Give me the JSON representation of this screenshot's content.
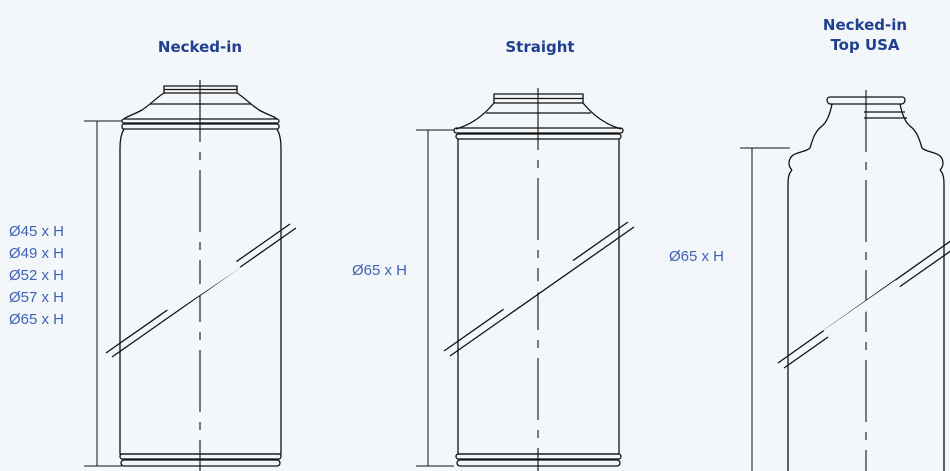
{
  "cans": [
    {
      "title_lines": [
        "Necked-in"
      ],
      "dimensions": [
        "Ø45 x H",
        "Ø49 x H",
        "Ø52 x H",
        "Ø57 x H",
        "Ø65 x H"
      ]
    },
    {
      "title_lines": [
        "Straight"
      ],
      "dimensions": [
        "Ø65 x H"
      ]
    },
    {
      "title_lines": [
        "Necked-in",
        "Top USA"
      ],
      "dimensions": [
        "Ø65 x H"
      ]
    }
  ],
  "colors": {
    "title": "#1f3f8f",
    "dimension_text": "#3f63b3",
    "background": "#f4f7fa",
    "line": "#111111"
  }
}
